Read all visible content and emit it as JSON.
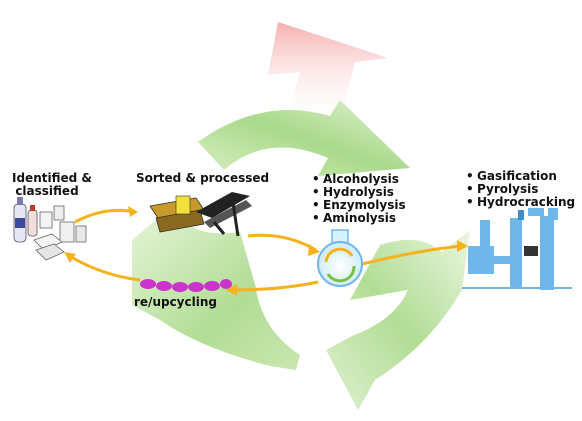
{
  "stages": {
    "identified_line1": "Identified &",
    "identified_line2": "classified",
    "sorted": "Sorted & processed",
    "upcycling": "re/upcycling"
  },
  "chemical_recycling": [
    "Alcoholysis",
    "Hydrolysis",
    "Enzymolysis",
    "Aminolysis"
  ],
  "thermal_recycling": [
    "Gasification",
    "Pyrolysis",
    "Hydrocracking"
  ],
  "colors": {
    "arrow_green": "#a9d98a",
    "arrow_red": "#f4a0a0",
    "flow_arrow": "#f5b21c",
    "chain": "#cc33cc",
    "plant": "#6fb7e8"
  }
}
